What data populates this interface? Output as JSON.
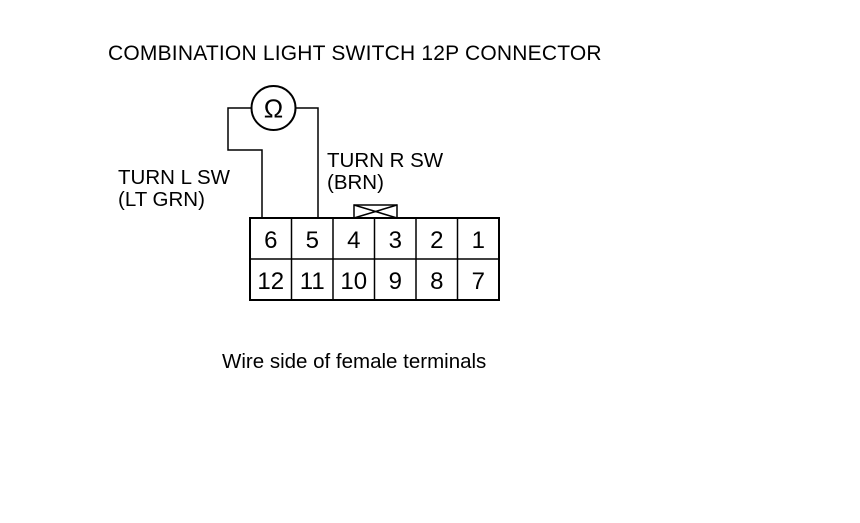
{
  "title": "COMBINATION LIGHT SWITCH 12P CONNECTOR",
  "meter_symbol": "Ω",
  "wires": {
    "left": {
      "name": "TURN L SW",
      "color": "(LT GRN)"
    },
    "right": {
      "name": "TURN R SW",
      "color": "(BRN)"
    }
  },
  "connector": {
    "top_row": [
      "6",
      "5",
      "4",
      "3",
      "2",
      "1"
    ],
    "bottom_row": [
      "12",
      "11",
      "10",
      "9",
      "8",
      "7"
    ]
  },
  "caption": "Wire side of female terminals",
  "colors": {
    "line": "#000000",
    "background": "#ffffff"
  }
}
